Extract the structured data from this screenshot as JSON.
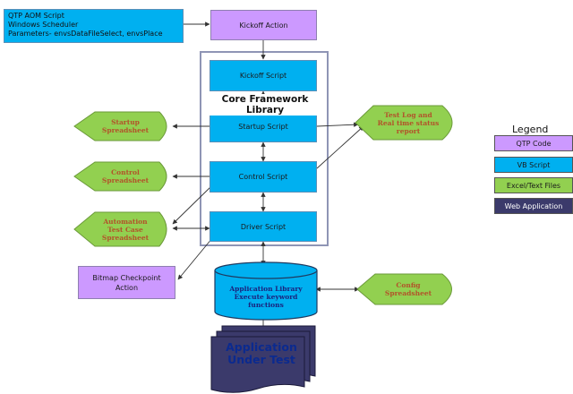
{
  "title_note": {
    "text": "QTP AOM Script\nWindows Scheduler\nParameters- envsDataFileSelect, envsPlace"
  },
  "nodes": {
    "kickoff_action": "Kickoff Action",
    "core_framework_library": "Core Framework Library",
    "kickoff_script": "Kickoff Script",
    "startup_script": "Startup Script",
    "control_script": "Control Script",
    "driver_script": "Driver Script",
    "startup_spreadsheet": "Startup\nSpreadsheet",
    "control_spreadsheet": "Control\nSpreadsheet",
    "automation_spreadsheet": "Automation\nTest Case\nSpreadsheet",
    "bitmap_checkpoint": "Bitmap Checkpoint\nAction",
    "test_log": "Test Log and\nReal time status\nreport",
    "config_spreadsheet": "Config\nSpreadsheet",
    "application_library": "Application Library\nExecute keyword\nfunctions",
    "application_under_test": "Application\nUnder Test"
  },
  "legend": {
    "title": "Legend",
    "items": [
      {
        "label": "QTP Code",
        "color": "#cc99ff",
        "text_color": "#1a1a1a"
      },
      {
        "label": "VB Script",
        "color": "#00b0f0",
        "text_color": "#1a1a1a"
      },
      {
        "label": "Excel/Text Files",
        "color": "#92d050",
        "text_color": "#1a1a1a"
      },
      {
        "label": "Web Application",
        "color": "#3b3a6b",
        "text_color": "#ffffff"
      }
    ]
  },
  "colors": {
    "vb_script": "#00b0f0",
    "qtp_code": "#cc99ff",
    "excel_text": "#92d050",
    "web_app": "#3b3a6b",
    "excel_label": "#b2532a"
  }
}
